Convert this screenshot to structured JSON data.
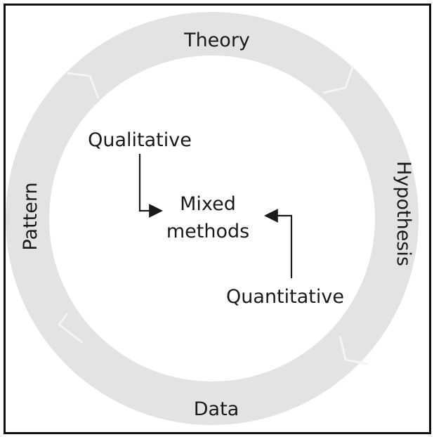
{
  "diagram": {
    "cycle": [
      {
        "id": "theory",
        "label": "Theory"
      },
      {
        "id": "hypothesis",
        "label": "Hypothesis"
      },
      {
        "id": "data",
        "label": "Data"
      },
      {
        "id": "pattern",
        "label": "Pattern"
      }
    ],
    "center": {
      "line1": "Mixed",
      "line2": "methods"
    },
    "inputs": [
      {
        "id": "qualitative",
        "label": "Qualitative"
      },
      {
        "id": "quantitative",
        "label": "Quantitative"
      }
    ],
    "colors": {
      "ring": "#e3e3e3",
      "ring_seam": "#f3f3f3",
      "text": "#1a1a1a",
      "arrow": "#1a1a1a",
      "border": "#111111"
    }
  }
}
